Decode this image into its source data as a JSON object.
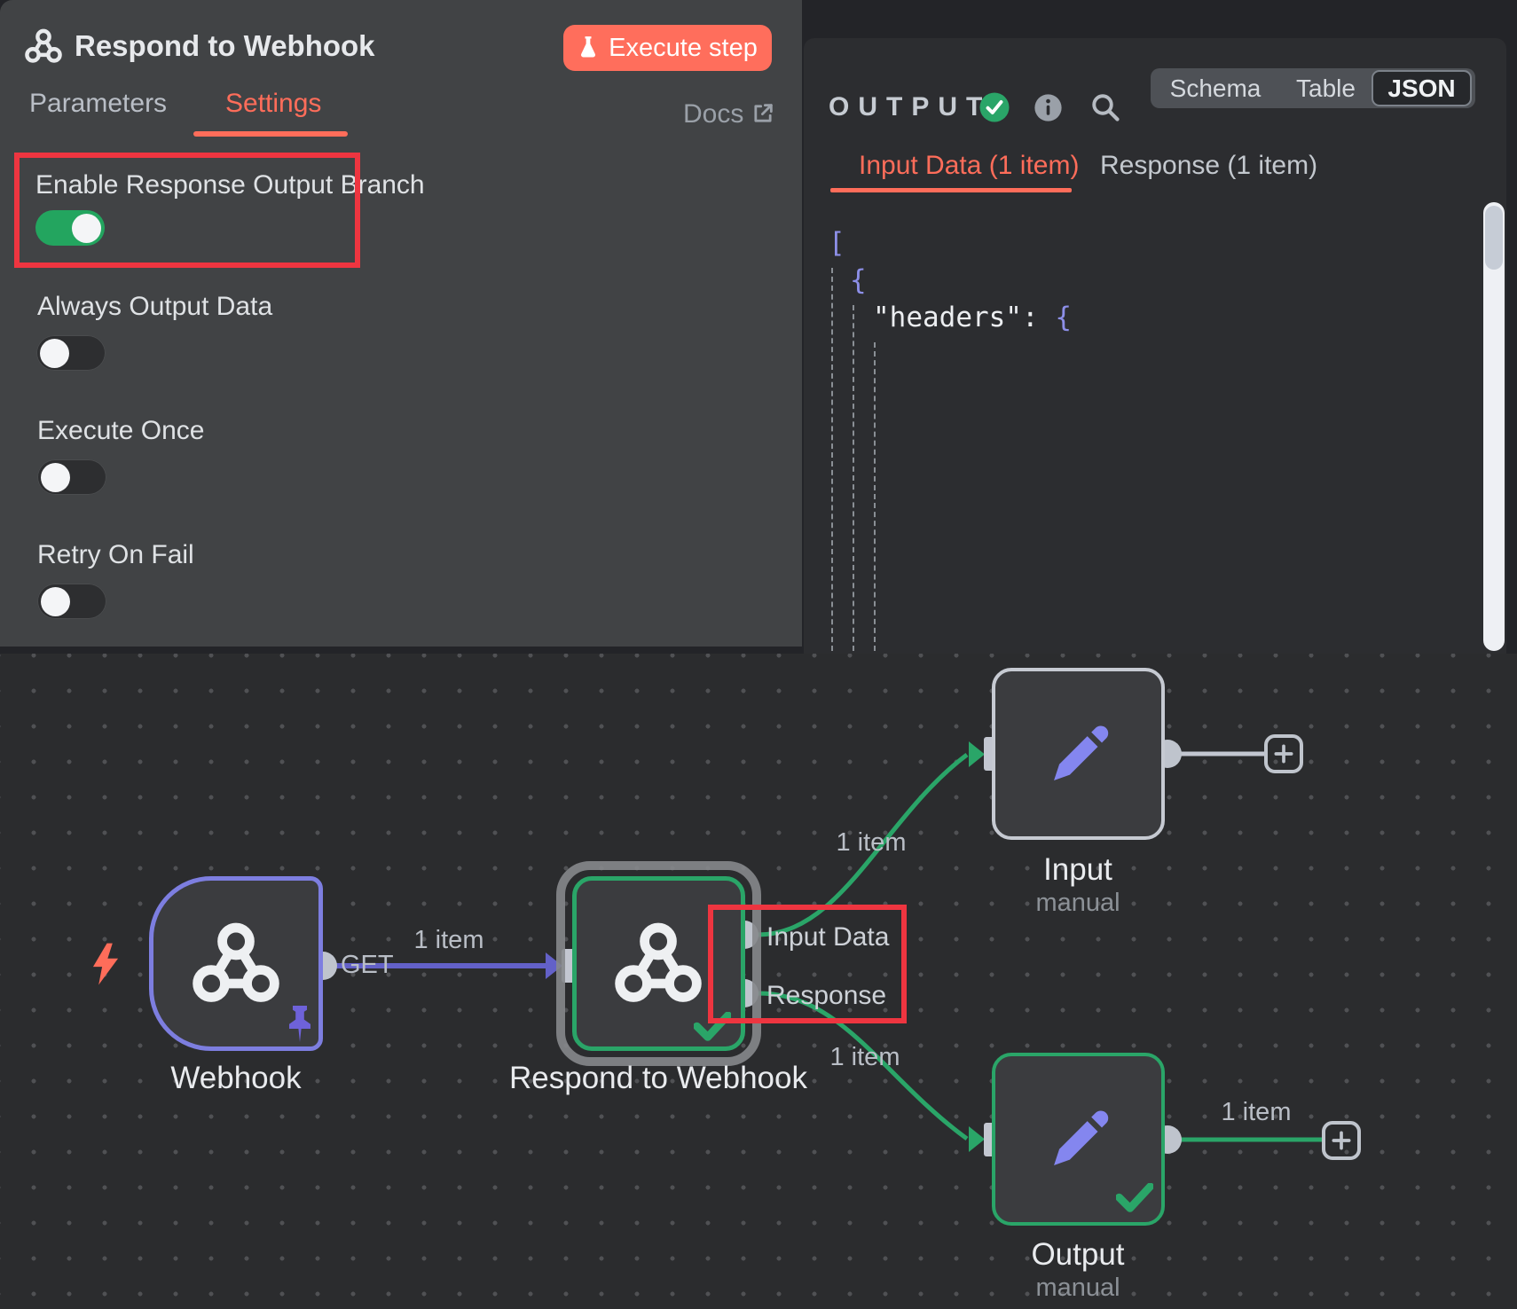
{
  "ndv": {
    "title": "Respond to Webhook",
    "execute_button_label": "Execute step",
    "tabs": {
      "parameters": "Parameters",
      "settings": "Settings"
    },
    "active_tab": "Settings",
    "docs_label": "Docs",
    "settings_rows": [
      {
        "label": "Enable Response Output Branch",
        "state": "on",
        "highlighted": true
      },
      {
        "label": "Always Output Data",
        "state": "off"
      },
      {
        "label": "Execute Once",
        "state": "off"
      },
      {
        "label": "Retry On Fail",
        "state": "off"
      }
    ]
  },
  "output_panel": {
    "title": "OUTPUT",
    "status": "success",
    "view_modes": {
      "schema": "Schema",
      "table": "Table",
      "json": "JSON"
    },
    "active_mode": "JSON",
    "tabs": {
      "input_data": "Input Data (1 item)",
      "response": "Response (1 item)"
    },
    "active_tab": "Input Data (1 item)",
    "json": {
      "line1": "[",
      "line2": "{",
      "line3_key": "\"headers\": ",
      "line3_brace": "{"
    }
  },
  "canvas": {
    "webhook_node": {
      "title": "Webhook",
      "output_label": "GET",
      "pinned": true
    },
    "respond_node": {
      "title": "Respond to Webhook",
      "output1": "Input Data",
      "output2": "Response"
    },
    "input_node": {
      "title": "Input",
      "subtitle": "manual"
    },
    "output_node": {
      "title": "Output",
      "subtitle": "manual"
    },
    "edge_labels": {
      "webhook_to_respond": "1 item",
      "respond_to_input": "1 item",
      "respond_to_output": "1 item",
      "output_to_plus": "1 item"
    }
  },
  "colors": {
    "accent": "#ff6d5a",
    "success": "#2aa568",
    "node_purple": "#7d7ee0",
    "connection_purple": "#6361c8",
    "connector_gray": "#c3c7d1",
    "highlight_red": "#ee3540"
  }
}
